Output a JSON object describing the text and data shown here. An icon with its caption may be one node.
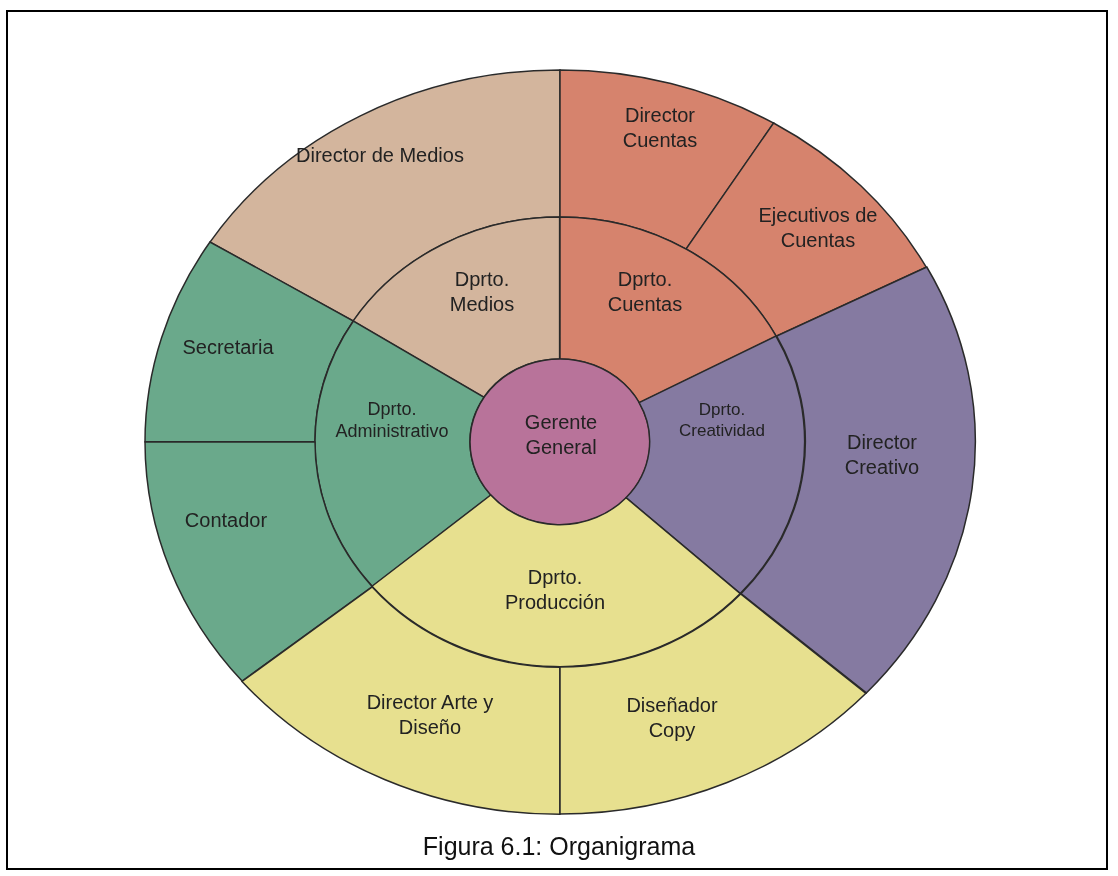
{
  "diagram": {
    "caption": "Figura 6.1: Organigrama",
    "nodes": [
      {
        "text": [
          "Director de Medios"
        ]
      },
      {
        "text": [
          "Director Cuentas"
        ]
      },
      {
        "text": [
          "Ejecutivos de Cuentas"
        ]
      },
      {
        "text": [
          "Dprto. Medios"
        ]
      },
      {
        "text": [
          "Dprto. Cuentas"
        ]
      },
      {
        "text": [
          "Secretaria"
        ]
      },
      {
        "text": [
          "Dprto. Administrativo"
        ]
      },
      {
        "text": [
          "Gerente General"
        ]
      },
      {
        "text": [
          "Dprto. Creatividad"
        ]
      },
      {
        "text": [
          "Director Creativo"
        ]
      },
      {
        "text": [
          "Contador"
        ]
      },
      {
        "text": [
          "Dprto. Producción"
        ]
      },
      {
        "text": [
          "Director Arte y Diseño"
        ]
      },
      {
        "text": [
          "Diseñador Copy"
        ]
      }
    ]
  }
}
